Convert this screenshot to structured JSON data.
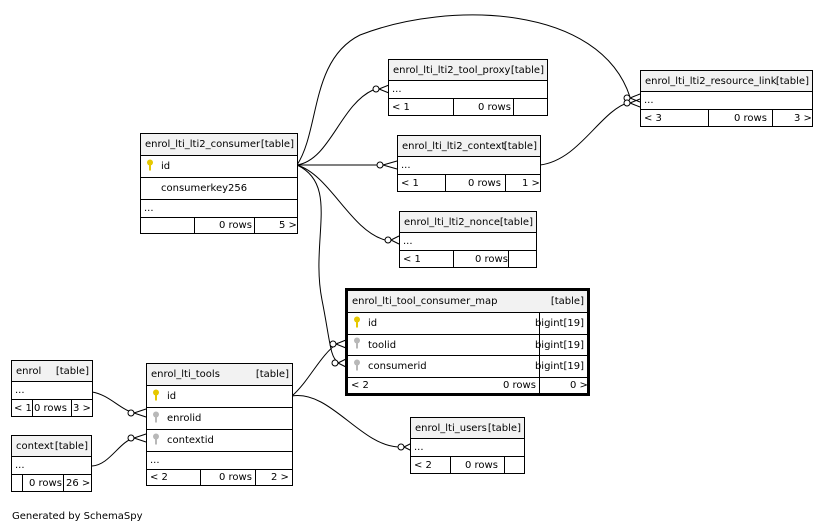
{
  "footer_text": "Generated by SchemaSpy",
  "key_icons": {
    "primary": "gold-key-icon",
    "foreign": "gray-key-icon"
  },
  "colors": {
    "primary_key": "#e6c800",
    "foreign_key": "#b8b8b8",
    "header_bg": "#f2f2f2"
  },
  "tables": {
    "consumer": {
      "name": "enrol_lti_lti2_consumer",
      "tag": "[table]",
      "cols": [
        "id",
        "consumerkey256"
      ],
      "ellipsis": "...",
      "foot": [
        "",
        "0 rows",
        "5 >"
      ]
    },
    "tool_proxy": {
      "name": "enrol_lti_lti2_tool_proxy",
      "tag": "[table]",
      "ellipsis": "...",
      "foot": [
        "< 1",
        "0 rows",
        ""
      ]
    },
    "context2": {
      "name": "enrol_lti_lti2_context",
      "tag": "[table]",
      "ellipsis": "...",
      "foot": [
        "< 1",
        "0 rows",
        "1 >"
      ]
    },
    "nonce": {
      "name": "enrol_lti_lti2_nonce",
      "tag": "[table]",
      "ellipsis": "...",
      "foot": [
        "< 1",
        "0 rows",
        ""
      ]
    },
    "resource_link": {
      "name": "enrol_lti_lti2_resource_link",
      "tag": "[table]",
      "ellipsis": "...",
      "foot": [
        "< 3",
        "0 rows",
        "3 >"
      ]
    },
    "consumer_map": {
      "name": "enrol_lti_tool_consumer_map",
      "tag": "[table]",
      "cols": [
        "id",
        "toolid",
        "consumerid"
      ],
      "types": [
        "bigint[19]",
        "bigint[19]",
        "bigint[19]"
      ],
      "foot": [
        "< 2",
        "0 rows",
        "0 >"
      ]
    },
    "tools": {
      "name": "enrol_lti_tools",
      "tag": "[table]",
      "cols": [
        "id",
        "enrolid",
        "contextid"
      ],
      "ellipsis": "...",
      "foot": [
        "< 2",
        "0 rows",
        "2 >"
      ]
    },
    "enrol": {
      "name": "enrol",
      "tag": "[table]",
      "ellipsis": "...",
      "foot": [
        "< 1",
        "0 rows",
        "3 >"
      ]
    },
    "context": {
      "name": "context",
      "tag": "[table]",
      "ellipsis": "...",
      "foot": [
        "",
        "0 rows",
        "26 >"
      ]
    },
    "users": {
      "name": "enrol_lti_users",
      "tag": "[table]",
      "ellipsis": "...",
      "foot": [
        "< 2",
        "0 rows",
        ""
      ]
    }
  }
}
